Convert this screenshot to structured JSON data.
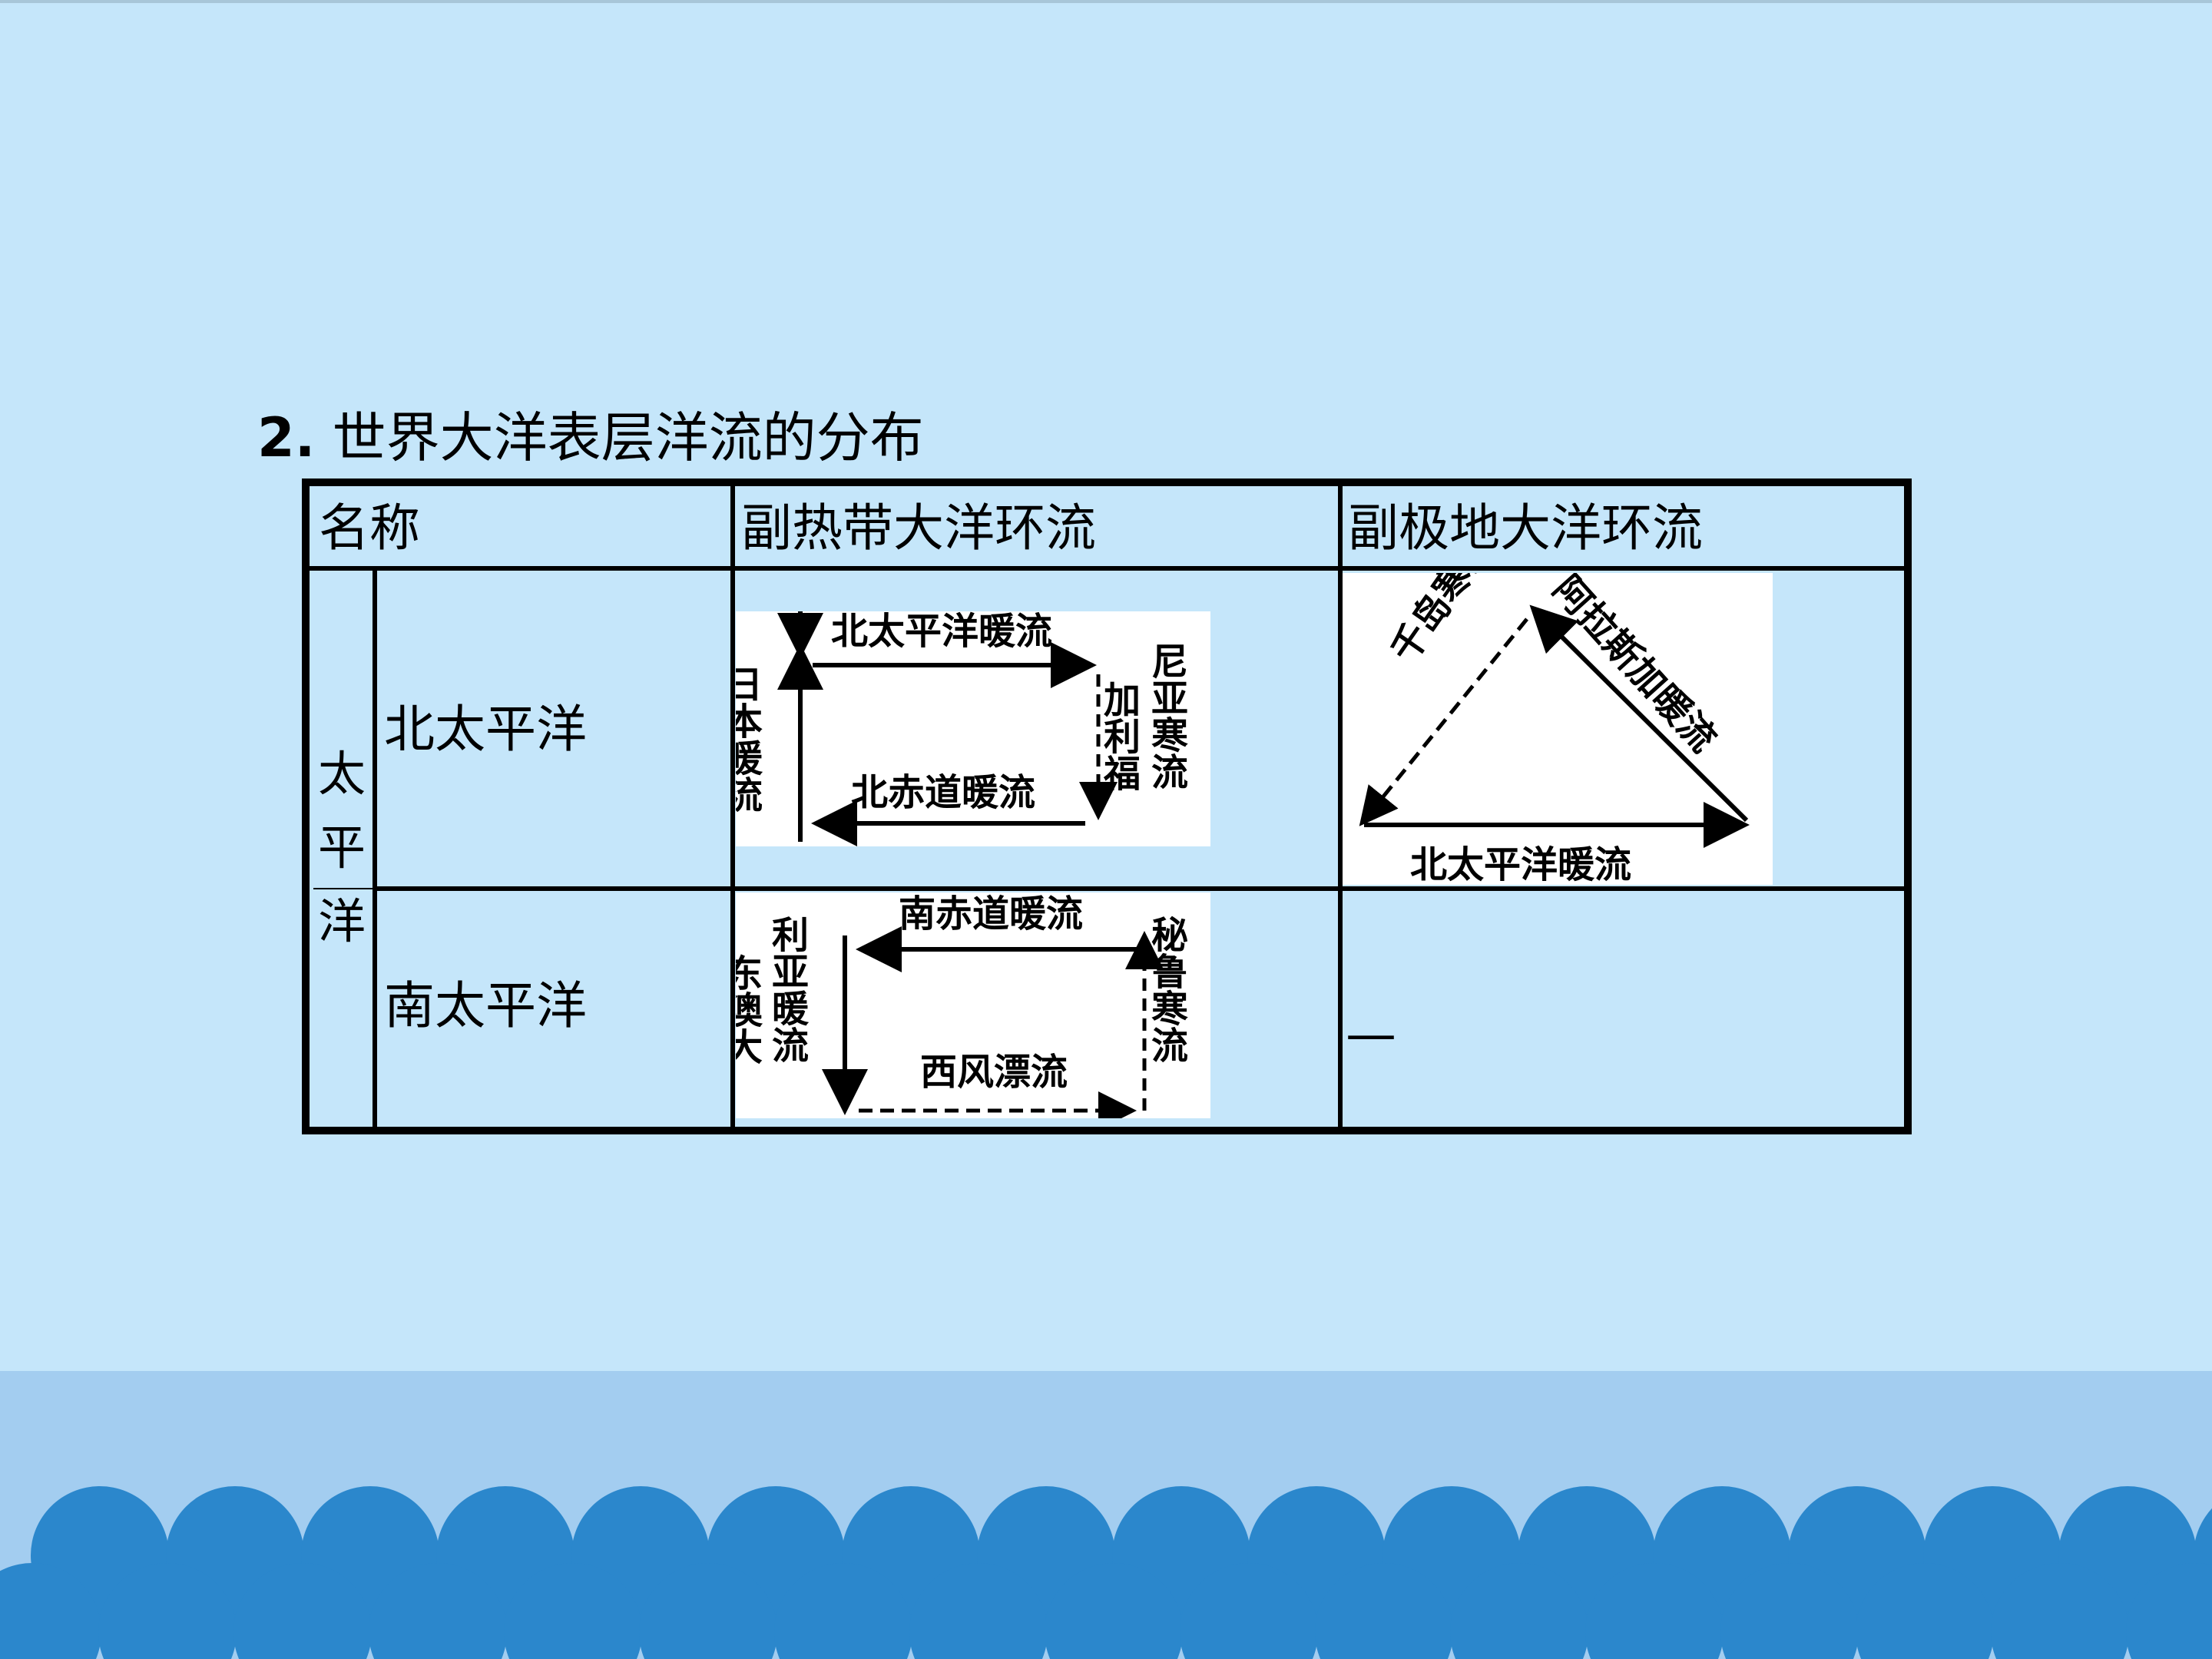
{
  "heading": {
    "number": "2.",
    "text": "世界大洋表层洋流的分布"
  },
  "table": {
    "header": {
      "name": "名称",
      "subtropical": "副热带大洋环流",
      "subpolar": "副极地大洋环流"
    },
    "ocean": "太平洋",
    "rows": [
      {
        "label": "北太平洋",
        "subpolar_value": ""
      },
      {
        "label": "南太平洋",
        "subpolar_value": "—"
      }
    ]
  },
  "diagrams": {
    "north_subtropical": {
      "top": "北太平洋暖流",
      "bottom": "北赤道暖流",
      "left": "日本暖流",
      "right_a": "尼亚寒流",
      "right_b": "加利福"
    },
    "north_subpolar": {
      "left": "千岛寒流",
      "right": "阿拉斯加暖流",
      "bottom": "北太平洋暖流"
    },
    "south_subtropical": {
      "top": "南赤道暖流",
      "bottom": "西风漂流",
      "left_a": "东澳大",
      "left_b": "利亚暖流",
      "right": "秘鲁寒流"
    }
  },
  "colors": {
    "background": "#c5e6fa",
    "band": "#a3cdf0",
    "wave": "#2b87cc",
    "border": "#000000"
  }
}
